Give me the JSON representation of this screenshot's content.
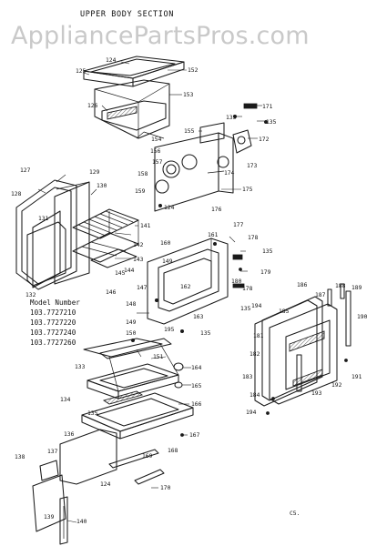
{
  "header": {
    "section_title": "UPPER BODY SECTION",
    "watermark": "AppliancePartsPros.com"
  },
  "models": {
    "title": "Model Number",
    "list": [
      "103.7727210",
      "103.7727220",
      "103.7727240",
      "103.7727260"
    ]
  },
  "footer": {
    "code": "C5."
  },
  "parts": [
    {
      "id": "p124a",
      "label": "124"
    },
    {
      "id": "p152",
      "label": "152"
    },
    {
      "id": "p125",
      "label": "125"
    },
    {
      "id": "p153",
      "label": "153"
    },
    {
      "id": "p126",
      "label": "126"
    },
    {
      "id": "p154",
      "label": "154"
    },
    {
      "id": "p135a",
      "label": "135"
    },
    {
      "id": "p171",
      "label": "171"
    },
    {
      "id": "p135b",
      "label": "135"
    },
    {
      "id": "p155",
      "label": "155"
    },
    {
      "id": "p172",
      "label": "172"
    },
    {
      "id": "p156",
      "label": "156"
    },
    {
      "id": "p157",
      "label": "157"
    },
    {
      "id": "p173",
      "label": "173"
    },
    {
      "id": "p174",
      "label": "174"
    },
    {
      "id": "p158",
      "label": "158"
    },
    {
      "id": "p175",
      "label": "175"
    },
    {
      "id": "p159",
      "label": "159"
    },
    {
      "id": "p124b",
      "label": "124"
    },
    {
      "id": "p176",
      "label": "176"
    },
    {
      "id": "p127",
      "label": "127"
    },
    {
      "id": "p129",
      "label": "129"
    },
    {
      "id": "p128",
      "label": "128"
    },
    {
      "id": "p130",
      "label": "130"
    },
    {
      "id": "p131",
      "label": "131"
    },
    {
      "id": "p141",
      "label": "141"
    },
    {
      "id": "p177",
      "label": "177"
    },
    {
      "id": "p161",
      "label": "161"
    },
    {
      "id": "p178a",
      "label": "178"
    },
    {
      "id": "p142",
      "label": "142"
    },
    {
      "id": "p160",
      "label": "160"
    },
    {
      "id": "p135c",
      "label": "135"
    },
    {
      "id": "p143",
      "label": "143"
    },
    {
      "id": "p149a",
      "label": "149"
    },
    {
      "id": "p179",
      "label": "179"
    },
    {
      "id": "p145",
      "label": "145"
    },
    {
      "id": "p144",
      "label": "144"
    },
    {
      "id": "p132",
      "label": "132"
    },
    {
      "id": "p146",
      "label": "146"
    },
    {
      "id": "p180",
      "label": "180"
    },
    {
      "id": "p162",
      "label": "162"
    },
    {
      "id": "p147",
      "label": "147"
    },
    {
      "id": "p178b",
      "label": "178"
    },
    {
      "id": "p186",
      "label": "186"
    },
    {
      "id": "p187",
      "label": "187"
    },
    {
      "id": "p188",
      "label": "188"
    },
    {
      "id": "p189",
      "label": "189"
    },
    {
      "id": "p148",
      "label": "148"
    },
    {
      "id": "p194a",
      "label": "194"
    },
    {
      "id": "p135d",
      "label": "135"
    },
    {
      "id": "p185",
      "label": "185"
    },
    {
      "id": "p163",
      "label": "163"
    },
    {
      "id": "p149b",
      "label": "149"
    },
    {
      "id": "p195",
      "label": "195"
    },
    {
      "id": "p135e",
      "label": "135"
    },
    {
      "id": "p190",
      "label": "190"
    },
    {
      "id": "p181",
      "label": "181"
    },
    {
      "id": "p150",
      "label": "150"
    },
    {
      "id": "p151",
      "label": "151"
    },
    {
      "id": "p182",
      "label": "182"
    },
    {
      "id": "p133",
      "label": "133"
    },
    {
      "id": "p164",
      "label": "164"
    },
    {
      "id": "p191",
      "label": "191"
    },
    {
      "id": "p192",
      "label": "192"
    },
    {
      "id": "p183",
      "label": "183"
    },
    {
      "id": "p165",
      "label": "165"
    },
    {
      "id": "p193",
      "label": "193"
    },
    {
      "id": "p184",
      "label": "184"
    },
    {
      "id": "p134",
      "label": "134"
    },
    {
      "id": "p166",
      "label": "166"
    },
    {
      "id": "p194b",
      "label": "194"
    },
    {
      "id": "p135f",
      "label": "135"
    },
    {
      "id": "p167",
      "label": "167"
    },
    {
      "id": "p136",
      "label": "136"
    },
    {
      "id": "p168",
      "label": "168"
    },
    {
      "id": "p169",
      "label": "169"
    },
    {
      "id": "p138",
      "label": "138"
    },
    {
      "id": "p137",
      "label": "137"
    },
    {
      "id": "p124c",
      "label": "124"
    },
    {
      "id": "p170",
      "label": "170"
    },
    {
      "id": "p139",
      "label": "139"
    },
    {
      "id": "p140",
      "label": "140"
    }
  ]
}
